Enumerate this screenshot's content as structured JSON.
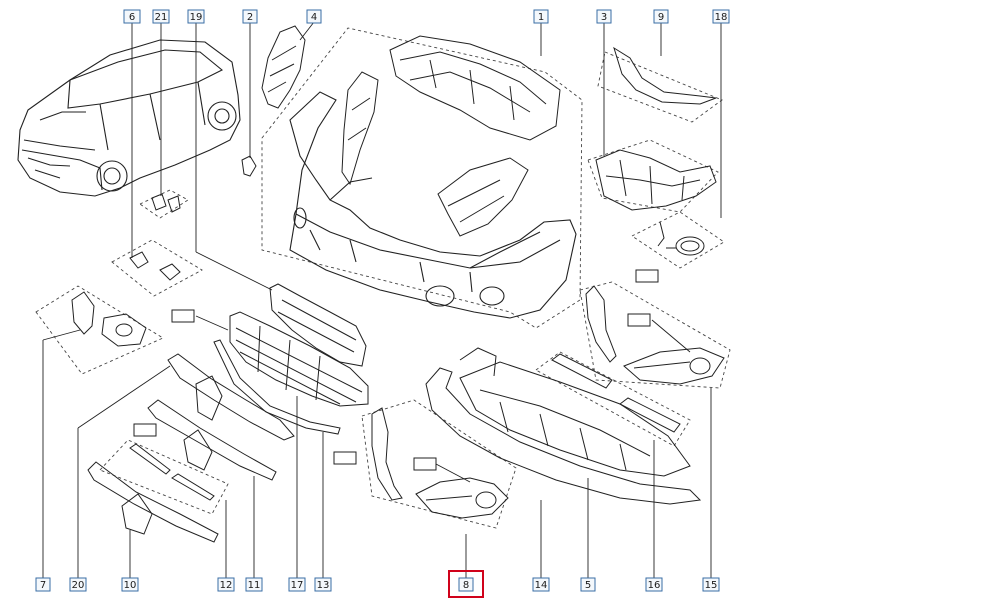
{
  "diagram": {
    "labels": {
      "p1": "1",
      "p2": "2",
      "p3": "3",
      "p4": "4",
      "p5": "5",
      "p6": "6",
      "p7": "7",
      "p8": "8",
      "p9": "9",
      "p10": "10",
      "p11": "11",
      "p12": "12",
      "p13": "13",
      "p14": "14",
      "p15": "15",
      "p16": "16",
      "p17": "17",
      "p18": "18",
      "p19": "19",
      "p20": "20",
      "p21": "21"
    },
    "highlighted_part": "8",
    "colors": {
      "line": "#222222",
      "label_box": "#3a6ea5",
      "label_fill": "#f4f8fc",
      "highlight": "#d0021b",
      "dash": "#444444"
    }
  }
}
